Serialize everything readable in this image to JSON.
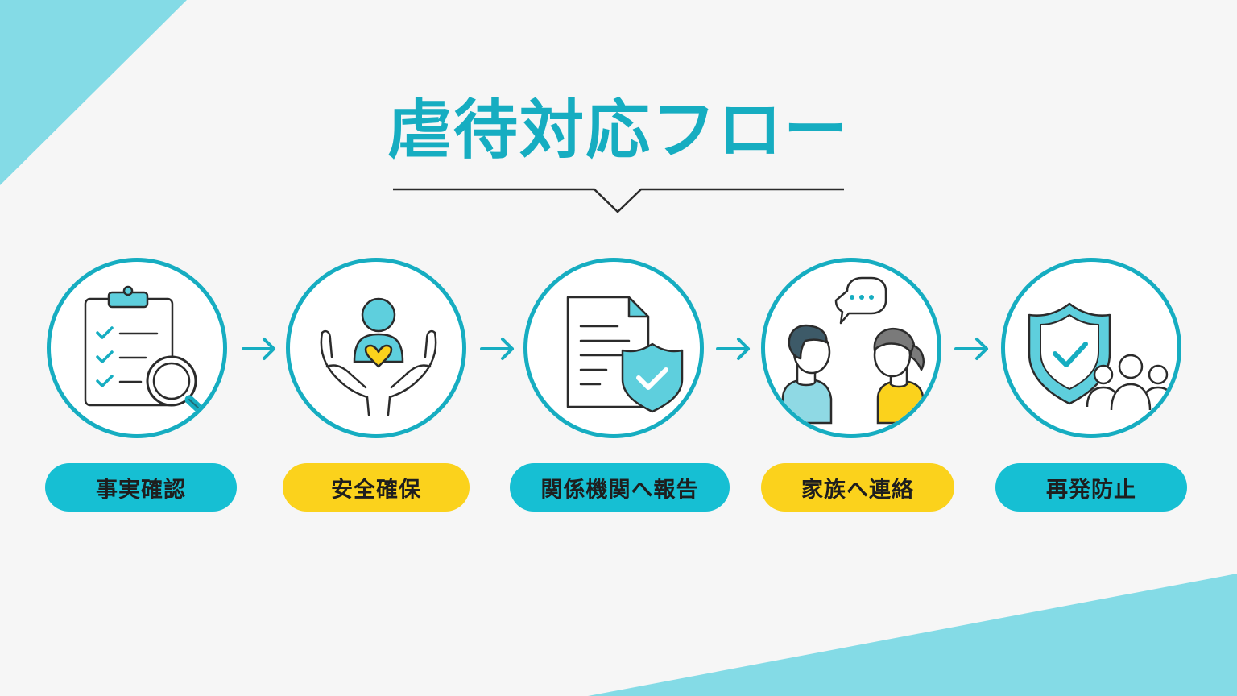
{
  "title": "虐待対応フロー",
  "colors": {
    "teal": "#16adc1",
    "teal_light": "#6fd6e3",
    "pill_teal": "#16bfd3",
    "pill_yellow": "#fbd21c",
    "background": "#f6f6f6",
    "corner": "#84dbe6"
  },
  "steps": [
    {
      "label": "事実確認",
      "pill_color": "teal",
      "icon": "clipboard-magnifier-icon"
    },
    {
      "label": "安全確保",
      "pill_color": "yellow",
      "icon": "hands-protecting-person-icon"
    },
    {
      "label": "関係機関へ報告",
      "pill_color": "teal",
      "icon": "document-shield-icon"
    },
    {
      "label": "家族へ連絡",
      "pill_color": "yellow",
      "icon": "two-people-conversation-icon"
    },
    {
      "label": "再発防止",
      "pill_color": "teal",
      "icon": "shield-group-icon"
    }
  ],
  "connector_icon": "arrow-right-icon"
}
